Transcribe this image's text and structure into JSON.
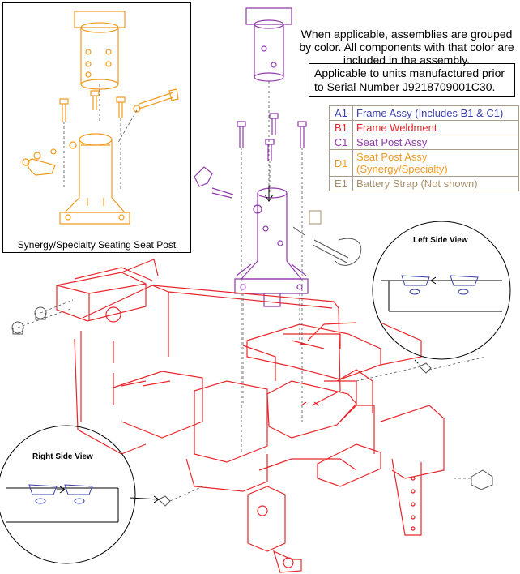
{
  "inset": {
    "caption": "Synergy/Specialty Seating Seat Post"
  },
  "note": {
    "text": "When applicable, assemblies are grouped by color. All components with that color are included in the assembly."
  },
  "serial_note": {
    "text": "Applicable to units manufactured prior to Serial Number J9218709001C30."
  },
  "legend": [
    {
      "code": "A1",
      "label": "Frame Assy (Includes B1 & C1)",
      "color": "#3a3fa8"
    },
    {
      "code": "B1",
      "label": "Frame Weldment",
      "color": "#e8262b"
    },
    {
      "code": "C1",
      "label": "Seat Post Assy",
      "color": "#8e3aa8"
    },
    {
      "code": "D1",
      "label": "Seat Post Assy (Synergy/Specialty)",
      "color": "#f39a1e"
    },
    {
      "code": "E1",
      "label": "Battery Strap (Not shown)",
      "color": "#a8916a"
    }
  ],
  "views": {
    "left": "Left Side View",
    "right": "Right Side View"
  },
  "colors": {
    "frame": "#e8262b",
    "seat_post": "#8e3aa8",
    "synergy": "#f39a1e",
    "hardware": "#555555"
  }
}
